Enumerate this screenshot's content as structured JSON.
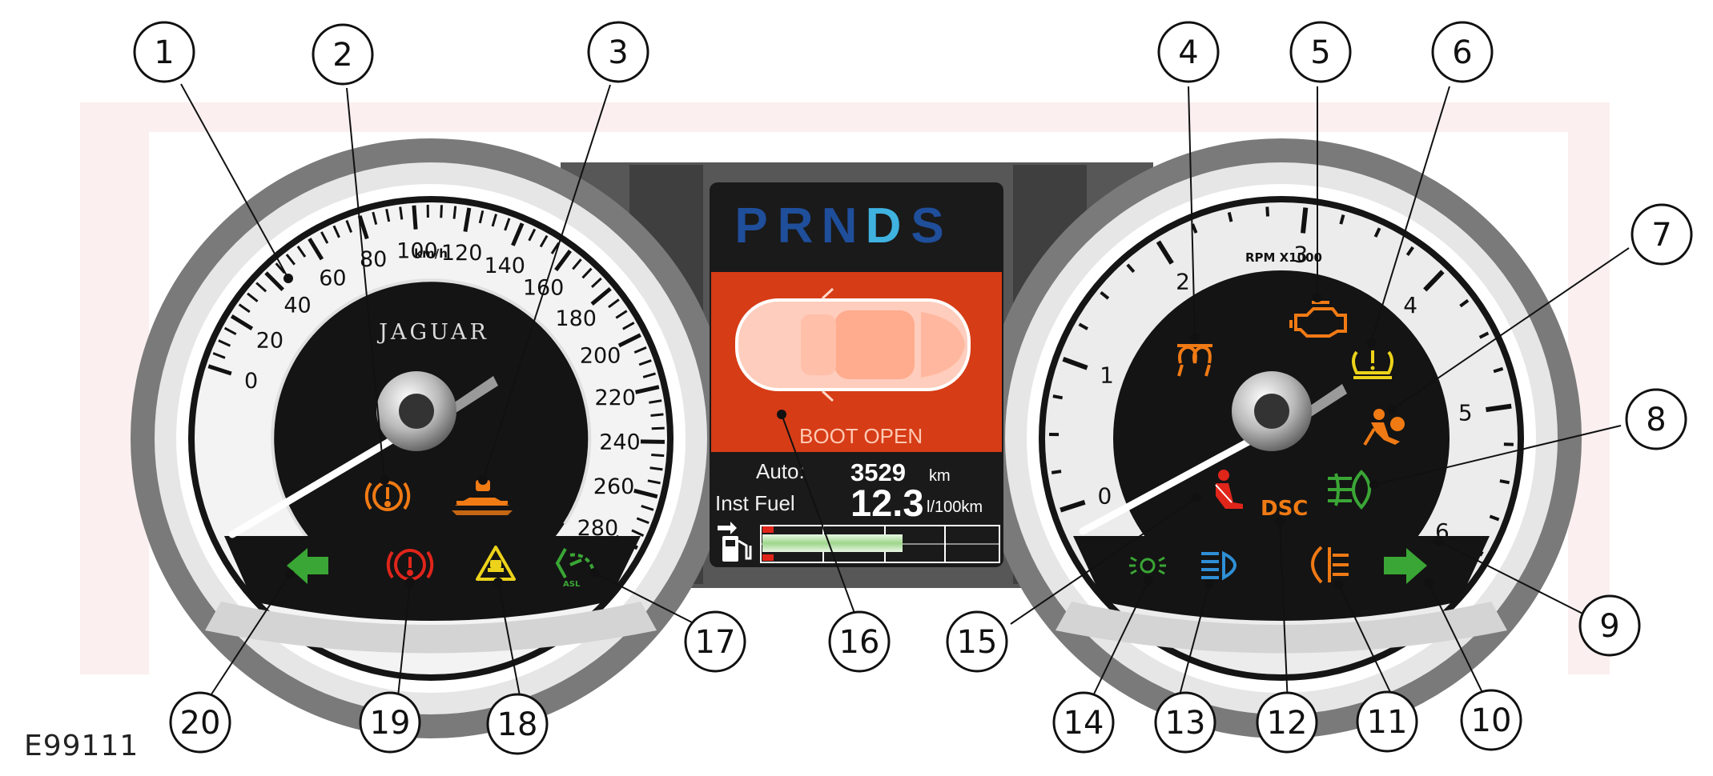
{
  "figure_id": "E99111",
  "speedometer": {
    "brand": "JAGUAR",
    "unit": "km/h",
    "ticks": [
      "0",
      "20",
      "40",
      "60",
      "80",
      "100",
      "120",
      "140",
      "160",
      "180",
      "200",
      "220",
      "240",
      "260",
      "280"
    ]
  },
  "tachometer": {
    "unit": "RPM  X1000",
    "ticks": [
      "0",
      "1",
      "2",
      "3",
      "4",
      "5",
      "6"
    ]
  },
  "display": {
    "gears": [
      "P",
      "R",
      "N",
      "D",
      "S"
    ],
    "selected_gear": "D",
    "message": "BOOT OPEN",
    "row1_label": "Auto:",
    "row1_value": "3529",
    "row1_unit": "km",
    "row2_label": "Inst Fuel",
    "row2_value": "12.3",
    "row2_unit": "l/100km",
    "fuel_level": 0.6
  },
  "icons": {
    "dsc_text": "DSC",
    "asl_text": "ASL"
  },
  "colors": {
    "amber": "#f07a14",
    "red": "#e0251b",
    "yellow": "#ecd31a",
    "green": "#3aa635",
    "blue": "#2f8fd6",
    "display_red": "#d63c16",
    "gear_inactive": "#1f4e9b",
    "gear_active": "#3fb2e0"
  },
  "callouts": [
    "1",
    "2",
    "3",
    "4",
    "5",
    "6",
    "7",
    "8",
    "9",
    "10",
    "11",
    "12",
    "13",
    "14",
    "15",
    "16",
    "17",
    "18",
    "19",
    "20"
  ]
}
